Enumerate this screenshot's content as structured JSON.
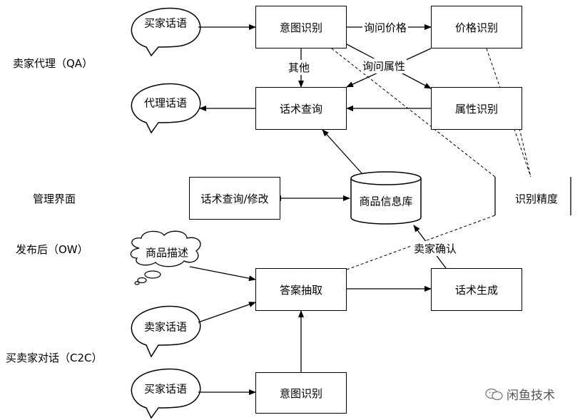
{
  "row_labels": {
    "qa": "卖家代理（QA）",
    "admin": "管理界面",
    "post": "发布后（OW）",
    "c2c": "买卖家对话（C2C）"
  },
  "bubbles": {
    "buyer_top": "买家话语",
    "agent": "代理话语",
    "product_desc": "商品描述",
    "seller_mid": "卖家话语",
    "buyer_bottom": "买家话语"
  },
  "boxes": {
    "intent_top": "意图识别",
    "price_recog": "价格识别",
    "script_query": "话术查询",
    "attr_recog": "属性识别",
    "script_edit": "话术查询/修改",
    "product_db": "商品信息库",
    "answer_extract": "答案抽取",
    "script_gen": "话术生成",
    "intent_bottom": "意图识别"
  },
  "edge_labels": {
    "ask_price": "询问价格",
    "ask_attr": "询问属性",
    "other": "其他",
    "seller_confirm": "卖家确认"
  },
  "accuracy_label": "识别精度",
  "watermark": "闲鱼技术"
}
